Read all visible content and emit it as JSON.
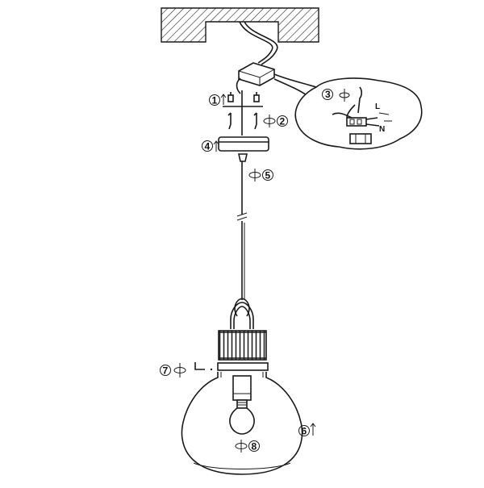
{
  "diagram": {
    "steps": [
      "1",
      "2",
      "3",
      "4",
      "5",
      "6",
      "7",
      "8"
    ],
    "wire_labels": {
      "live": "L",
      "neutral": "N"
    }
  }
}
